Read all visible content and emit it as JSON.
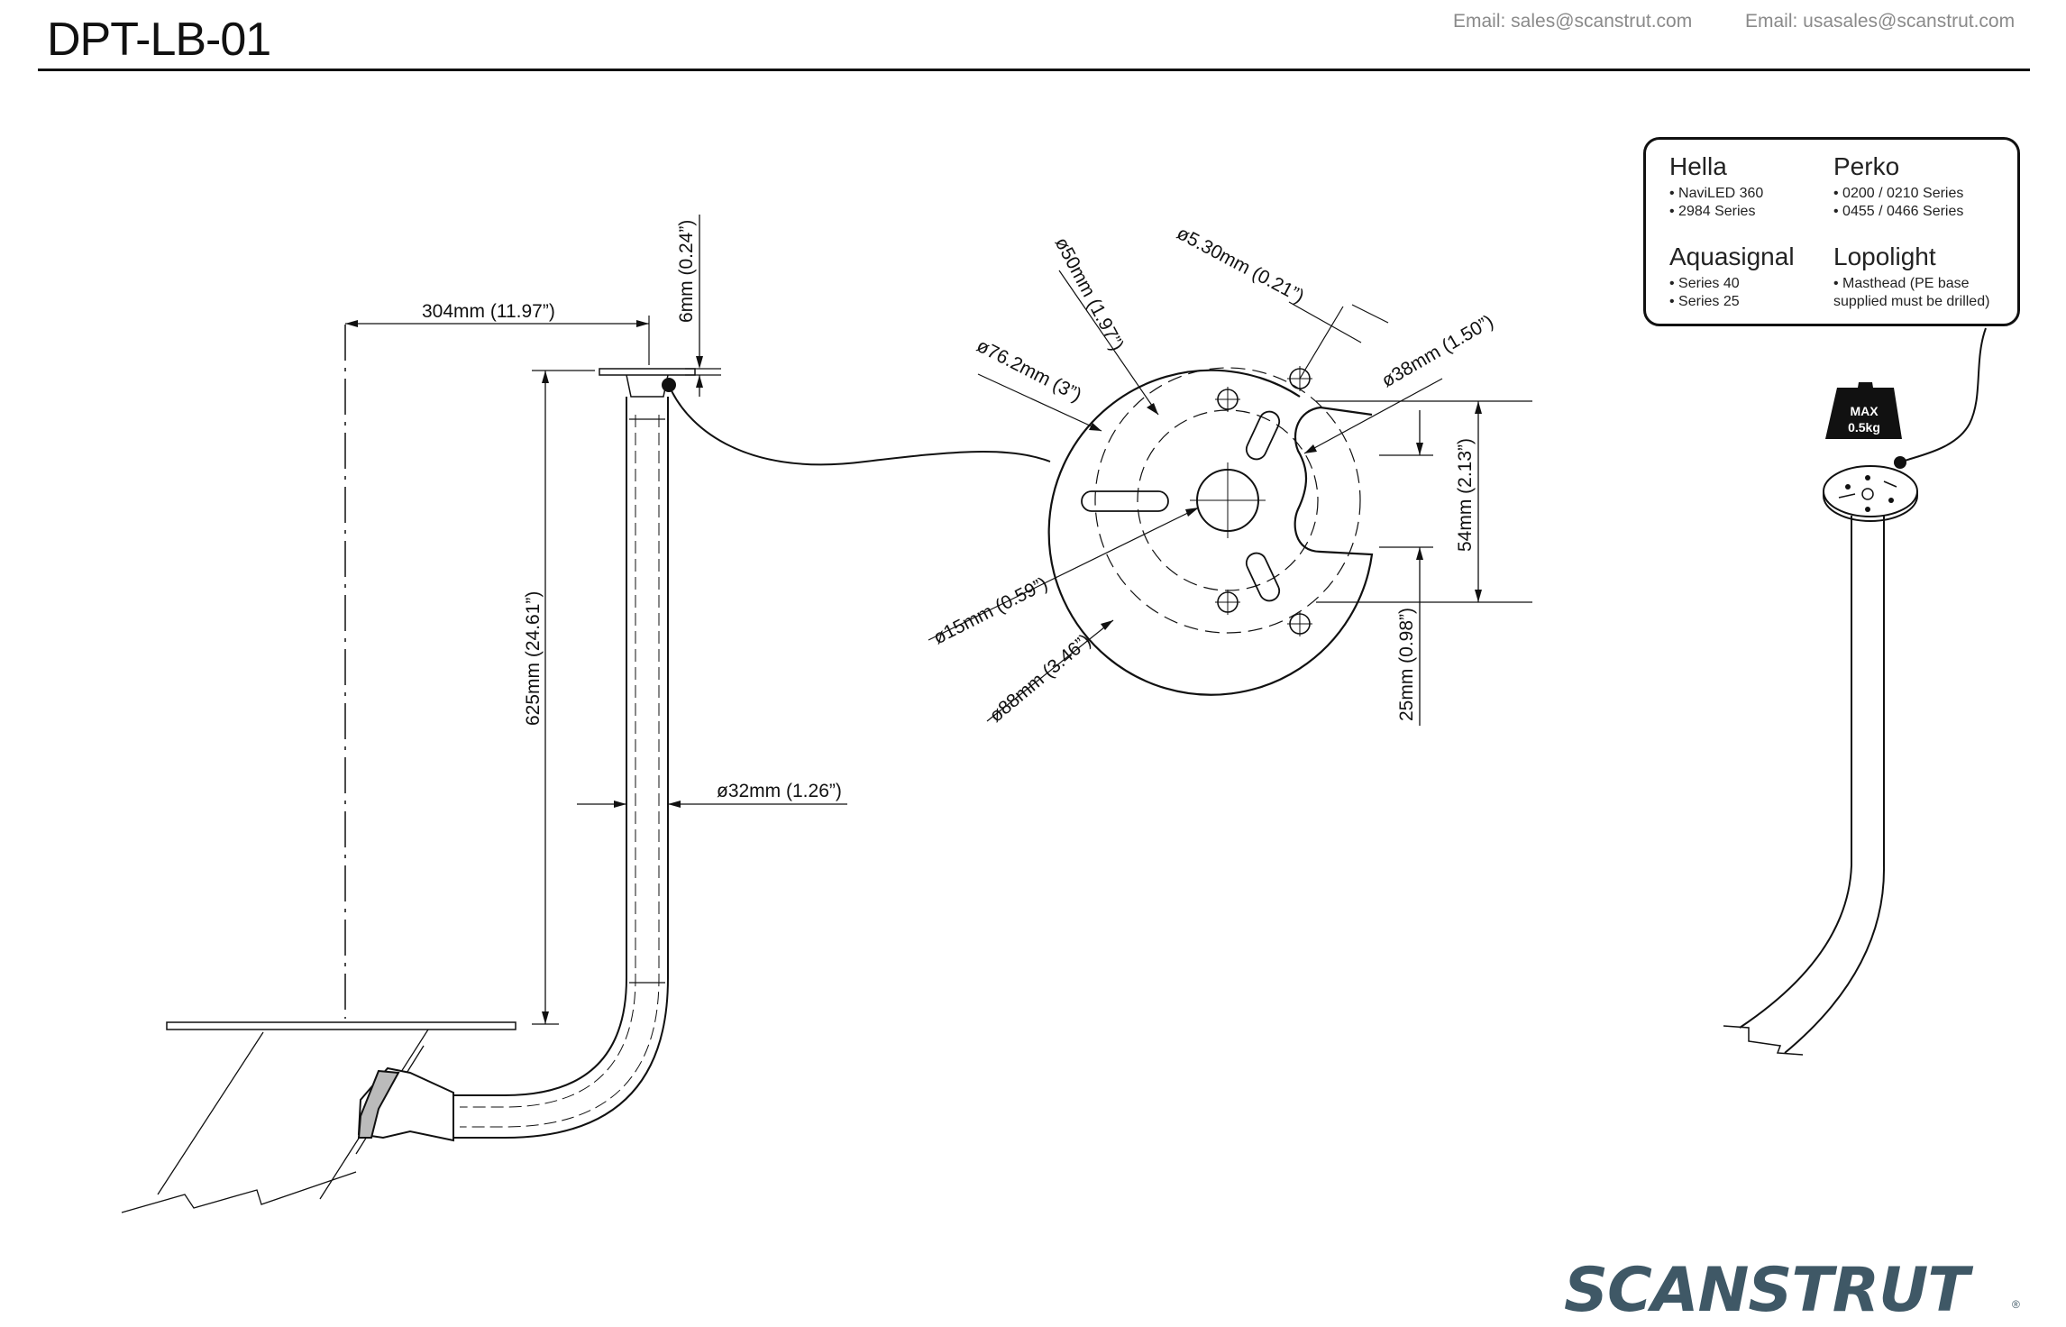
{
  "header": {
    "title": "DPT-LB-01",
    "email_primary": "Email: sales@scanstrut.com",
    "email_usa": "Email: usasales@scanstrut.com"
  },
  "dimensions": {
    "reach": "304mm (11.97”)",
    "plate_thickness": "6mm (0.24”)",
    "height": "625mm (24.61”)",
    "pole_diameter": "ø32mm (1.26”)",
    "pcd_50": "ø50mm (1.97”)",
    "hole_530": "ø5.30mm (0.21”)",
    "pcd_762": "ø76.2mm (3”)",
    "pcd_38": "ø38mm (1.50”)",
    "center_hole": "ø15mm (0.59”)",
    "plate_diameter": "ø88mm (3.46”)",
    "slot_height": "54mm (2.13”)",
    "slot_width": "25mm (0.98”)"
  },
  "compatibility": {
    "hella": {
      "name": "Hella",
      "items": [
        "• NaviLED 360",
        "• 2984 Series"
      ]
    },
    "perko": {
      "name": "Perko",
      "items": [
        "• 0200 / 0210 Series",
        "• 0455 / 0466 Series"
      ]
    },
    "aquasignal": {
      "name": "Aquasignal",
      "items": [
        "• Series 40",
        "• Series 25"
      ]
    },
    "lopolight": {
      "name": "Lopolight",
      "items": [
        "• Masthead (PE base",
        "supplied must be drilled)"
      ]
    }
  },
  "weight_badge": {
    "line1": "MAX",
    "line2": "0.5kg"
  },
  "logo": {
    "text": "SCANSTRUT",
    "mark": "®"
  },
  "colors": {
    "line": "#111111",
    "email": "#8a8a8a",
    "logo": "#3f5866"
  }
}
